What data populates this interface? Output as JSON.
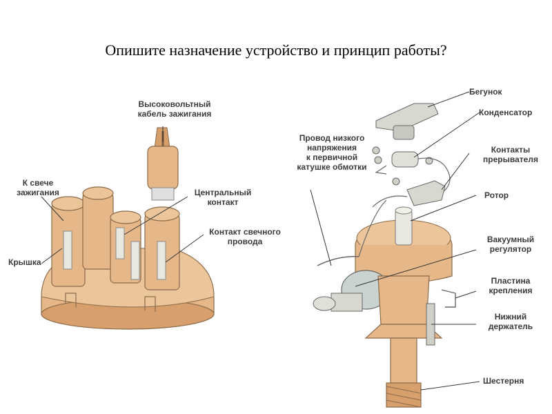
{
  "title": "Опишите назначение устройство и принцип работы?",
  "colors": {
    "body": "#e6b889",
    "bodyDark": "#d79f6c",
    "metal": "#d8d8d0",
    "leader": "#333333",
    "text": "#3a3a3a"
  },
  "labels": {
    "hv_cable": "Высоковольтный\nкабель зажигания",
    "spark_plug": "К свече\nзажигания",
    "central_contact": "Центральный\nконтакт",
    "plug_wire_contact": "Контакт свечного\nпровода",
    "cap": "Крышка",
    "low_voltage_wire": "Провод низкого\nнапряжения\nк первичной\nкатушке обмотки",
    "runner": "Бегунок",
    "condenser": "Конденсатор",
    "breaker_contacts": "Контакты\nпрерывателя",
    "rotor": "Ротор",
    "vacuum_regulator": "Вакуумный\nрегулятор",
    "mounting_plate": "Пластина\nкрепления",
    "lower_holder": "Нижний\nдержатель",
    "gear": "Шестерня"
  }
}
